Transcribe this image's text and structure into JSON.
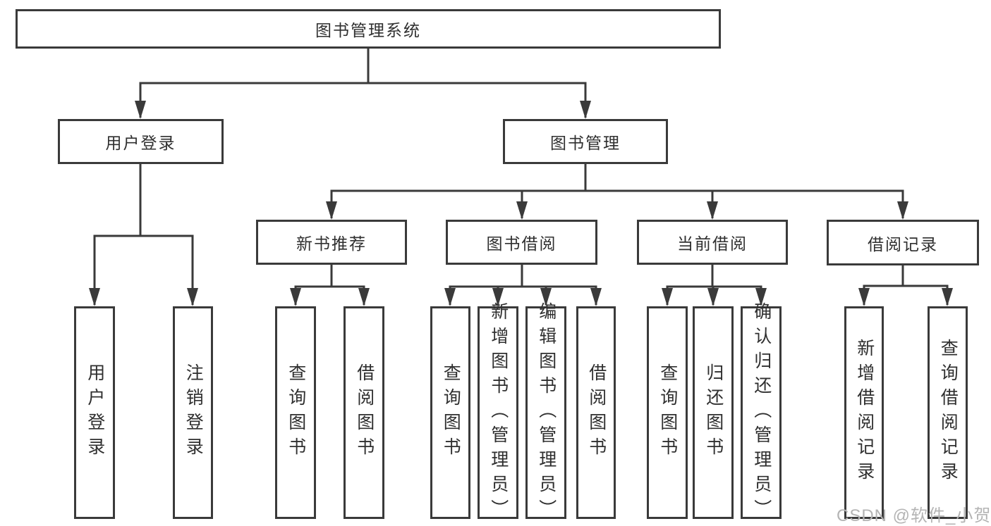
{
  "title": "图书管理系统",
  "watermark": "CSDN @软件_小贺同学",
  "tree": {
    "root": {
      "label": "图书管理系统"
    },
    "branches": [
      {
        "label": "用户登录",
        "children": [
          {
            "label": "用户登录"
          },
          {
            "label": "注销登录"
          }
        ]
      },
      {
        "label": "图书管理",
        "children": [
          {
            "label": "新书推荐",
            "children": [
              {
                "label": "查询图书"
              },
              {
                "label": "借阅图书"
              }
            ]
          },
          {
            "label": "图书借阅",
            "children": [
              {
                "label": "查询图书"
              },
              {
                "label": "新增图书（管理员）"
              },
              {
                "label": "编辑图书（管理员）"
              },
              {
                "label": "借阅图书"
              }
            ]
          },
          {
            "label": "当前借阅",
            "children": [
              {
                "label": "查询图书"
              },
              {
                "label": "归还图书"
              },
              {
                "label": "确认归还（管理员）"
              }
            ]
          },
          {
            "label": "借阅记录",
            "children": [
              {
                "label": "新增借阅记录"
              },
              {
                "label": "查询借阅记录"
              }
            ]
          }
        ]
      }
    ]
  },
  "colors": {
    "line": "#3a3a3a",
    "text": "#2f2f2f",
    "watermark": "#b4b4b4"
  }
}
